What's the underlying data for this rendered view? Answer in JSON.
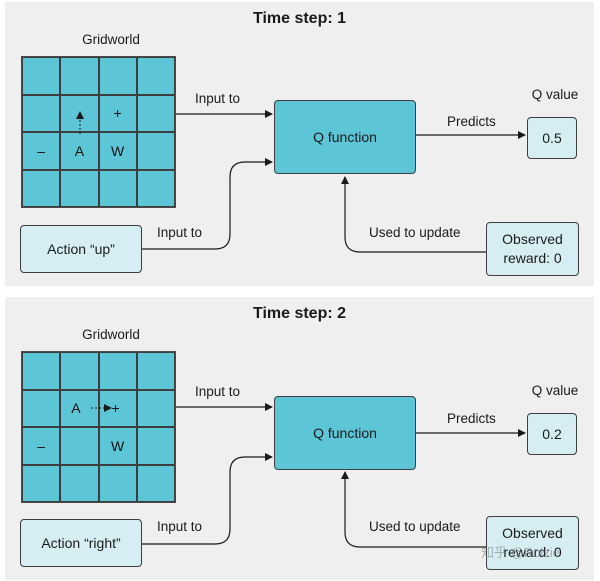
{
  "panels": [
    {
      "title": "Time step: 1",
      "gridworld_label": "Gridworld",
      "grid": [
        [
          "",
          "",
          "",
          ""
        ],
        [
          "",
          "",
          "+",
          ""
        ],
        [
          "–",
          "A",
          "W",
          ""
        ],
        [
          "",
          "",
          "",
          ""
        ]
      ],
      "agent_move": "up",
      "input_label_top": "Input to",
      "input_label_bottom": "Input to",
      "q_function_label": "Q function",
      "predicts_label": "Predicts",
      "q_value_label": "Q value",
      "q_value": "0.5",
      "action_label": "Action “up”",
      "used_to_update_label": "Used to update",
      "observed_label": "Observed\nreward: 0"
    },
    {
      "title": "Time step: 2",
      "gridworld_label": "Gridworld",
      "grid": [
        [
          "",
          "",
          "",
          ""
        ],
        [
          "",
          "A",
          "+",
          ""
        ],
        [
          "–",
          "",
          "W",
          ""
        ],
        [
          "",
          "",
          "",
          ""
        ]
      ],
      "agent_move": "right",
      "input_label_top": "Input to",
      "input_label_bottom": "Input to",
      "q_function_label": "Q function",
      "predicts_label": "Predicts",
      "q_value_label": "Q value",
      "q_value": "0.2",
      "action_label": "Action “right”",
      "used_to_update_label": "Used to update",
      "observed_label": "Observed\nreward: 0"
    }
  ],
  "watermark": "知乎 @Rolzie",
  "colors": {
    "cell_fill": "#5cc6d6",
    "light_box_fill": "#d6eef3",
    "panel_bg": "#efefef",
    "stroke": "#3d3d3d"
  }
}
